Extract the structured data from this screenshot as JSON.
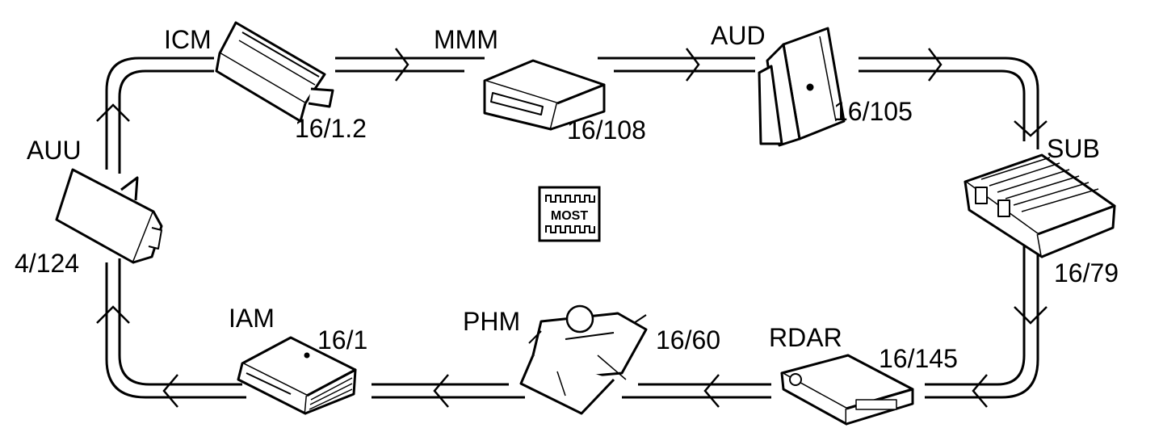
{
  "bus": {
    "badge_label": "MOST"
  },
  "modules": [
    {
      "key": "icm",
      "name": "ICM",
      "part": "16/1.2"
    },
    {
      "key": "mmm",
      "name": "MMM",
      "part": "16/108"
    },
    {
      "key": "aud",
      "name": "AUD",
      "part": "16/105"
    },
    {
      "key": "sub",
      "name": "SUB",
      "part": "16/79"
    },
    {
      "key": "rdar",
      "name": "RDAR",
      "part": "16/145"
    },
    {
      "key": "phm",
      "name": "PHM",
      "part": "16/60"
    },
    {
      "key": "iam",
      "name": "IAM",
      "part": "16/1"
    },
    {
      "key": "auu",
      "name": "AUU",
      "part": "4/124"
    }
  ],
  "colors": {
    "line": "#000000",
    "background": "#ffffff"
  },
  "icons": [
    "module-box-icon",
    "signal-waveform-icon",
    "flow-arrow-icon"
  ]
}
